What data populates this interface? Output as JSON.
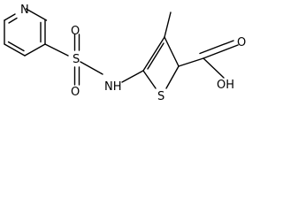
{
  "molecule": {
    "atoms": {
      "pyridine_n": "N",
      "sulfonyl_s": "S",
      "sulfonyl_o_top": "O",
      "sulfonyl_o_bottom": "O",
      "amine": "NH",
      "thiophene_s": "S",
      "carboxyl_o": "O",
      "hydroxyl": "OH"
    }
  }
}
